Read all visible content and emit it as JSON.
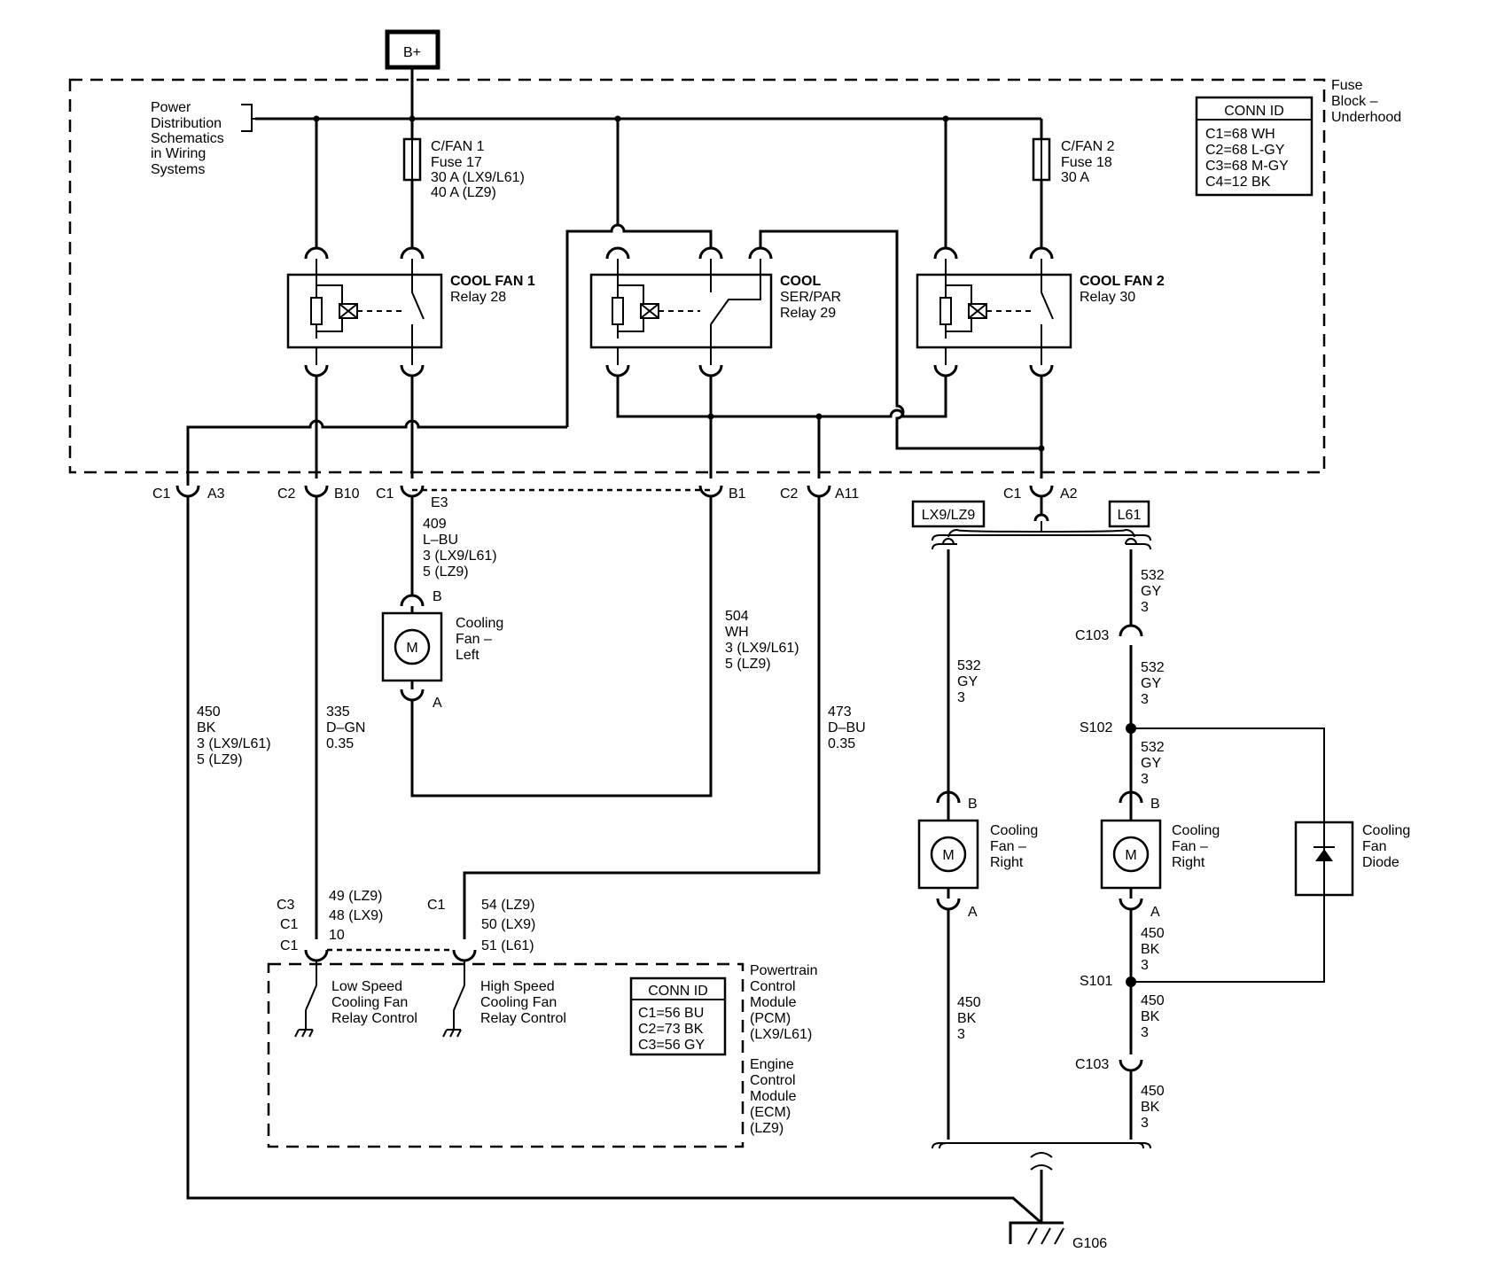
{
  "power": {
    "source": "B+"
  },
  "fuse_block": {
    "label_line1": "Fuse",
    "label_line2": "Block –",
    "label_line3": "Underhood",
    "conn_id": {
      "title": "CONN ID",
      "lines": [
        "C1=68 WH",
        "C2=68 L-GY",
        "C3=68 M-GY",
        "C4=12 BK"
      ]
    }
  },
  "power_distribution": {
    "lines": [
      "Power",
      "Distribution",
      "Schematics",
      "in Wiring",
      "Systems"
    ]
  },
  "fuses": [
    {
      "lines": [
        "C/FAN 1",
        "Fuse 17",
        "30 A (LX9/L61)",
        "40 A (LZ9)"
      ]
    },
    {
      "lines": [
        "C/FAN 2",
        "Fuse 18",
        "30 A"
      ]
    }
  ],
  "relays": [
    {
      "lines": [
        "COOL FAN 1",
        "Relay 28"
      ]
    },
    {
      "lines": [
        "COOL",
        "SER/PAR",
        "Relay 29"
      ]
    },
    {
      "lines": [
        "COOL FAN 2",
        "Relay 30"
      ]
    }
  ],
  "connectors": {
    "c1_a3": {
      "conn": "C1",
      "pin": "A3"
    },
    "c2_b10": {
      "conn": "C2",
      "pin": "B10"
    },
    "c1_e3": {
      "conn": "C1",
      "pin": "E3"
    },
    "b1": {
      "pin": "B1"
    },
    "c2_a11": {
      "conn": "C2",
      "pin": "A11"
    },
    "c1_a2": {
      "conn": "C1",
      "pin": "A2"
    }
  },
  "options": {
    "left": "LX9/LZ9",
    "right": "L61"
  },
  "wires": {
    "w409": [
      "409",
      "L–BU",
      "3 (LX9/L61)",
      "5 (LZ9)"
    ],
    "w450_left": [
      "450",
      "BK",
      "3 (LX9/L61)",
      "5 (LZ9)"
    ],
    "w335": [
      "335",
      "D–GN",
      "0.35"
    ],
    "w504": [
      "504",
      "WH",
      "3 (LX9/L61)",
      "5 (LZ9)"
    ],
    "w473": [
      "473",
      "D–BU",
      "0.35"
    ],
    "w532_a": [
      "532",
      "GY",
      "3"
    ],
    "w532_b": [
      "532",
      "GY",
      "3"
    ],
    "w532_c": [
      "532",
      "GY",
      "3"
    ],
    "w532_d": [
      "532",
      "GY",
      "3"
    ],
    "w450_a": [
      "450",
      "BK",
      "3"
    ],
    "w450_b": [
      "450",
      "BK",
      "3"
    ],
    "w450_c": [
      "450",
      "BK",
      "3"
    ],
    "w450_d": [
      "450",
      "BK",
      "3"
    ]
  },
  "motors": {
    "symbol": "M",
    "left_fan": {
      "lines": [
        "Cooling",
        "Fan –",
        "Left"
      ],
      "pin_top": "B",
      "pin_bottom": "A"
    },
    "right_fan_lz9": {
      "lines": [
        "Cooling",
        "Fan –",
        "Right"
      ],
      "pin_top": "B",
      "pin_bottom": "A"
    },
    "right_fan_l61": {
      "lines": [
        "Cooling",
        "Fan –",
        "Right"
      ],
      "pin_top": "B",
      "pin_bottom": "A"
    }
  },
  "diode": {
    "lines": [
      "Cooling",
      "Fan",
      "Diode"
    ]
  },
  "splices": {
    "s102": "S102",
    "s101": "S101",
    "c103_top": "C103",
    "c103_bottom": "C103"
  },
  "ground": {
    "label": "G106"
  },
  "module": {
    "pin_left": {
      "conns": [
        "C3",
        "C1",
        "C1"
      ],
      "pins": [
        "49 (LZ9)",
        "48 (LX9)",
        "10"
      ]
    },
    "pin_right": {
      "conns": [
        "C1"
      ],
      "pins": [
        "54 (LZ9)",
        "50 (LX9)",
        "51 (L61)"
      ]
    },
    "low_speed": [
      "Low Speed",
      "Cooling Fan",
      "Relay Control"
    ],
    "high_speed": [
      "High Speed",
      "Cooling Fan",
      "Relay Control"
    ],
    "conn_id": {
      "title": "CONN ID",
      "lines": [
        "C1=56 BU",
        "C2=73 BK",
        "C3=56 GY"
      ]
    },
    "pcm_lines": [
      "Powertrain",
      "Control",
      "Module",
      "(PCM)",
      "(LX9/L61)"
    ],
    "ecm_lines": [
      "Engine",
      "Control",
      "Module",
      "(ECM)",
      "(LZ9)"
    ]
  }
}
